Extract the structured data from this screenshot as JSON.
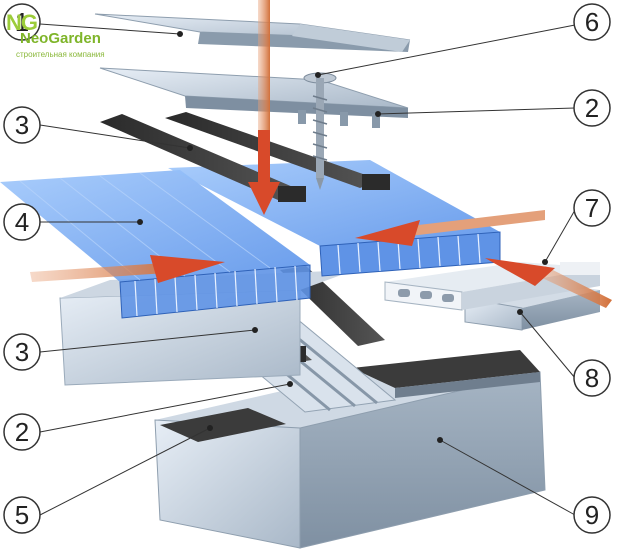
{
  "logo": {
    "mark": "NG",
    "brand": "NeoGarden",
    "subtitle": "строительная компания"
  },
  "callouts": [
    {
      "id": "c1",
      "label": "1"
    },
    {
      "id": "c2a",
      "label": "2"
    },
    {
      "id": "c2b",
      "label": "2"
    },
    {
      "id": "c3a",
      "label": "3"
    },
    {
      "id": "c3b",
      "label": "3"
    },
    {
      "id": "c4",
      "label": "4"
    },
    {
      "id": "c5",
      "label": "5"
    },
    {
      "id": "c6",
      "label": "6"
    },
    {
      "id": "c7",
      "label": "7"
    },
    {
      "id": "c8",
      "label": "8"
    },
    {
      "id": "c9",
      "label": "9"
    }
  ],
  "colors": {
    "polycarbonate": "#6ea6f0",
    "aluminium": "#b8c6d4",
    "rubber": "#3a3a3a",
    "arrow": "#d84a2a",
    "logo_green": "#8ab83a"
  }
}
